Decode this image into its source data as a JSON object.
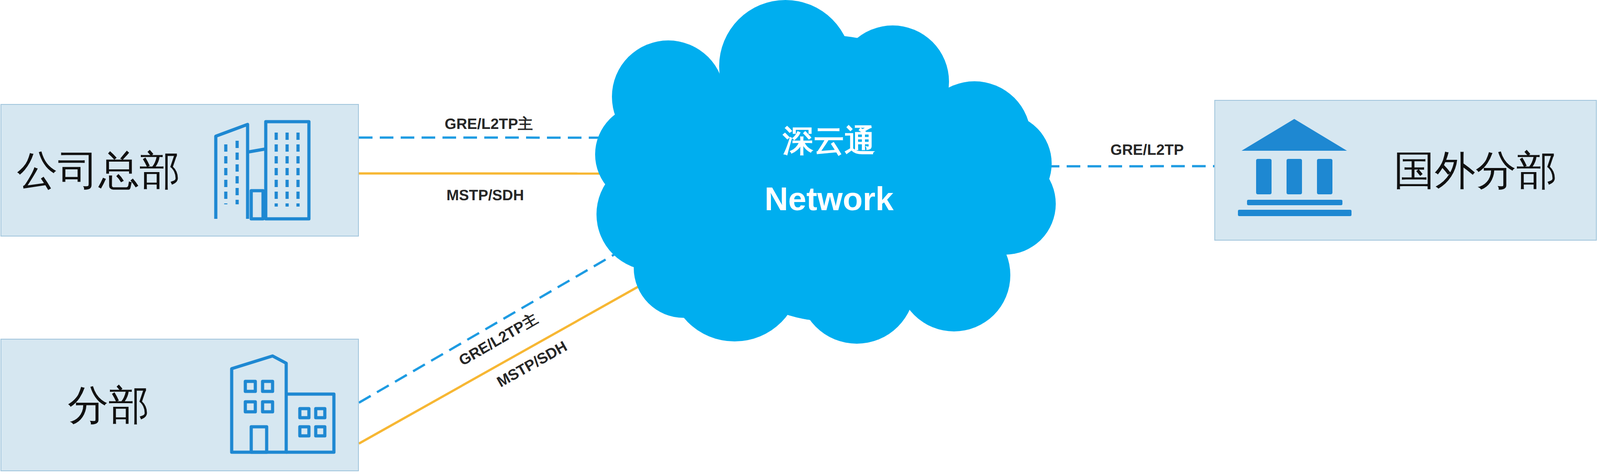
{
  "diagram": {
    "nodes": [
      {
        "text": [
          "公司总部"
        ]
      },
      {
        "text": [
          "深云通",
          "Network"
        ]
      },
      {
        "text": [
          "国外分部"
        ]
      },
      {
        "text": [
          "分部"
        ]
      }
    ],
    "edges": [
      {
        "from": 0,
        "to": 1,
        "arrow": "none",
        "label": "GRE/L2TP主"
      },
      {
        "from": 0,
        "to": 1,
        "arrow": "none",
        "label": "MSTP/SDH"
      },
      {
        "from": 3,
        "to": 1,
        "arrow": "none",
        "label": "GRE/L2TP主"
      },
      {
        "from": 3,
        "to": 1,
        "arrow": "none",
        "label": "MSTP/SDH"
      },
      {
        "from": 1,
        "to": 2,
        "arrow": "none",
        "label": "GRE/L2TP"
      }
    ]
  }
}
